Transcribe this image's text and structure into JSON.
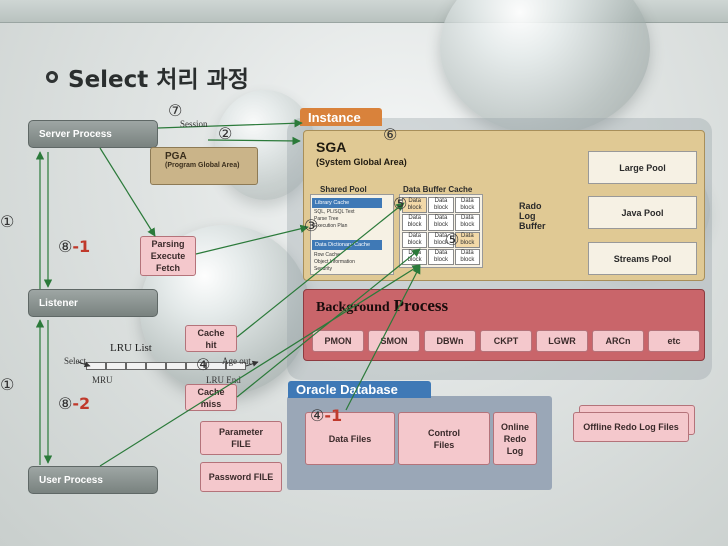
{
  "title": "Select 처리 과정",
  "markers": {
    "m1a": "①",
    "m1b": "①",
    "m2": "②",
    "m3": "③",
    "m4": "④",
    "m5a": "⑤",
    "m5b": "⑤",
    "m6": "⑥",
    "m7": "⑦",
    "m8a_num": "⑧",
    "m8a_suffix": "-1",
    "m8b_num": "⑧",
    "m8b_suffix": "-2",
    "m41_num": "④",
    "m41_suffix": "-1"
  },
  "left": {
    "server_process": "Server Process",
    "listener": "Listener",
    "user_process": "User Process",
    "session": "Session",
    "pga_title": "PGA",
    "pga_sub": "(Program Global Area)",
    "parsing": [
      "Parsing",
      "Execute",
      "Fetch"
    ],
    "cache_hit": [
      "Cache",
      "hit"
    ],
    "cache_miss": [
      "Cache",
      "miss"
    ],
    "lru_list": "LRU List",
    "lru_select": "Select",
    "lru_mru": "MRU",
    "lru_ageout": "Age out",
    "lru_end": "LRU End",
    "parameter_file": [
      "Parameter",
      "FILE"
    ],
    "password_file": "Password FILE"
  },
  "instance": {
    "tag": "Instance",
    "sga_title": "SGA",
    "sga_sub": "(System Global Area)",
    "shared_pool": "Shared Pool",
    "library_cache": "Library Cache",
    "library_items": [
      "SQL, PL/SQL Text",
      "Parse Tree",
      "Execution Plan"
    ],
    "dict_cache": "Data Dictionary Cache",
    "dict_items": [
      "Row Cache",
      "Object Information",
      "Security"
    ],
    "data_buffer_cache": "Data Buffer Cache",
    "data_block_top": "Data",
    "data_block_bottom": "block",
    "redo": [
      "Rado",
      "Log",
      "Buffer"
    ],
    "large_pool": "Large Pool",
    "java_pool": "Java Pool",
    "streams_pool": "Streams Pool",
    "bg_title_a": "Background",
    "bg_title_b": "Process",
    "bg_processes": [
      "PMON",
      "SMON",
      "DBWn",
      "CKPT",
      "LGWR",
      "ARCn",
      "etc"
    ]
  },
  "database": {
    "tag": "Oracle Database",
    "data_files": "Data Files",
    "control_files": [
      "Control",
      "Files"
    ],
    "online_redo": [
      "Online",
      "Redo",
      "Log"
    ],
    "offline_redo": "Offline Redo Log Files"
  },
  "colors": {
    "sga_fill": "#e0c994",
    "bg_fill": "#c9656a",
    "db_fill": "#9aa7b7",
    "tag_orange": "#d9823b",
    "tag_blue": "#3f79b6",
    "marker_red": "#c0392b"
  }
}
